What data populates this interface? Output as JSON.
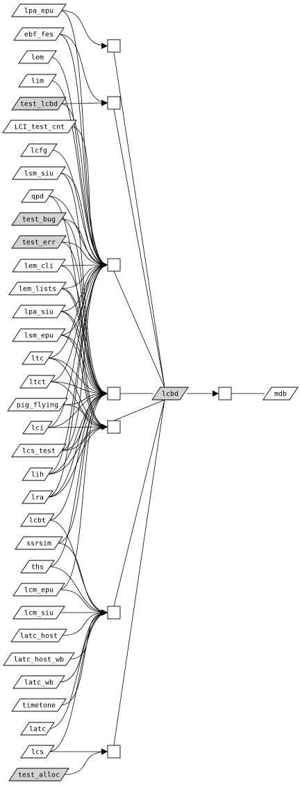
{
  "graph": {
    "left_packages": [
      {
        "label": "lpa_epu",
        "highlight": false
      },
      {
        "label": "ebf_fes",
        "highlight": false
      },
      {
        "label": "lem",
        "highlight": false
      },
      {
        "label": "lim",
        "highlight": false
      },
      {
        "label": "test_lcbd",
        "highlight": true
      },
      {
        "label": "LCI_test_cnt",
        "highlight": false
      },
      {
        "label": "lcfg",
        "highlight": false
      },
      {
        "label": "lsm_siu",
        "highlight": false
      },
      {
        "label": "qpd",
        "highlight": false
      },
      {
        "label": "test_bug",
        "highlight": true
      },
      {
        "label": "test_err",
        "highlight": true
      },
      {
        "label": "lem_cli",
        "highlight": false
      },
      {
        "label": "lem_lists",
        "highlight": false
      },
      {
        "label": "lpa_siu",
        "highlight": false
      },
      {
        "label": "lsm_epu",
        "highlight": false
      },
      {
        "label": "ltc",
        "highlight": false
      },
      {
        "label": "ltct",
        "highlight": false
      },
      {
        "label": "pig_flying",
        "highlight": false
      },
      {
        "label": "lci",
        "highlight": false
      },
      {
        "label": "lcs_test",
        "highlight": false
      },
      {
        "label": "lih",
        "highlight": false
      },
      {
        "label": "lra",
        "highlight": false
      },
      {
        "label": "lcbt",
        "highlight": false
      },
      {
        "label": "ssrsim",
        "highlight": false
      },
      {
        "label": "ths",
        "highlight": false
      },
      {
        "label": "lcm_epu",
        "highlight": false
      },
      {
        "label": "lcm_siu",
        "highlight": false
      },
      {
        "label": "latc_host",
        "highlight": false
      },
      {
        "label": "latc_host_wb",
        "highlight": false
      },
      {
        "label": "latc_wb",
        "highlight": false
      },
      {
        "label": "timetone",
        "highlight": false
      },
      {
        "label": "latc",
        "highlight": false
      },
      {
        "label": "lcs",
        "highlight": false
      },
      {
        "label": "test_alloc",
        "highlight": true
      }
    ],
    "center_package": {
      "label": "lcbd",
      "highlight": true
    },
    "right_package": {
      "label": "mdb",
      "highlight": false
    },
    "colors": {
      "highlight_fill": "#d3d3d3",
      "plain_fill": "#ffffff",
      "stroke": "#000000"
    }
  }
}
